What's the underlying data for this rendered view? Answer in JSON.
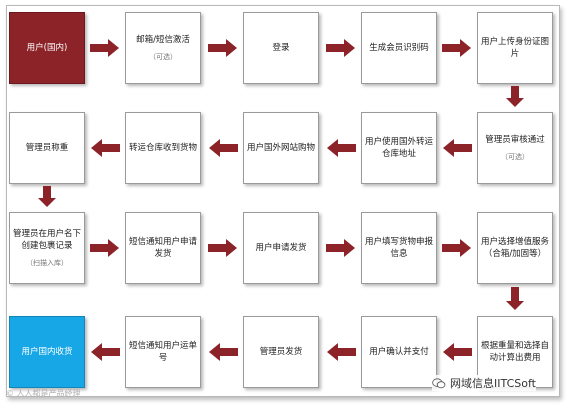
{
  "colors": {
    "start_fill": "#8b2328",
    "end_fill": "#18a7e6",
    "arrow": "#8b2328"
  },
  "steps": {
    "r1c1": {
      "label": "用户(国内)"
    },
    "r1c2": {
      "label": "邮箱/短信激活",
      "note": "（可选）"
    },
    "r1c3": {
      "label": "登录"
    },
    "r1c4": {
      "label": "生成会员识别码"
    },
    "r1c5": {
      "label": "用户上传身份证图片"
    },
    "r2c5": {
      "label": "管理员审核通过",
      "note": "（可选）"
    },
    "r2c4": {
      "label": "用户使用国外转运仓库地址"
    },
    "r2c3": {
      "label": "用户国外网站购物"
    },
    "r2c2": {
      "label": "转运仓库收到货物"
    },
    "r2c1": {
      "label": "管理员称重"
    },
    "r3c1": {
      "label": "管理员在用户名下创建包裹记录",
      "note": "（扫描入库）"
    },
    "r3c2": {
      "label": "短信通知用户申请发货"
    },
    "r3c3": {
      "label": "用户申请发货"
    },
    "r3c4": {
      "label": "用户填写货物申报信息"
    },
    "r3c5": {
      "label": "用户选择增值服务（合箱/加固等）"
    },
    "r4c5": {
      "label": "根据重量和选择自动计算出费用"
    },
    "r4c4": {
      "label": "用户确认并支付"
    },
    "r4c3": {
      "label": "管理员发货"
    },
    "r4c2": {
      "label": "短信通知用户运单号"
    },
    "r4c1": {
      "label": "用户国内收货"
    }
  },
  "watermark_left": "© 人人都是产品经理",
  "watermark_right": "网域信息IITCSoft",
  "icons": {
    "watermark": "wechat-icon"
  }
}
